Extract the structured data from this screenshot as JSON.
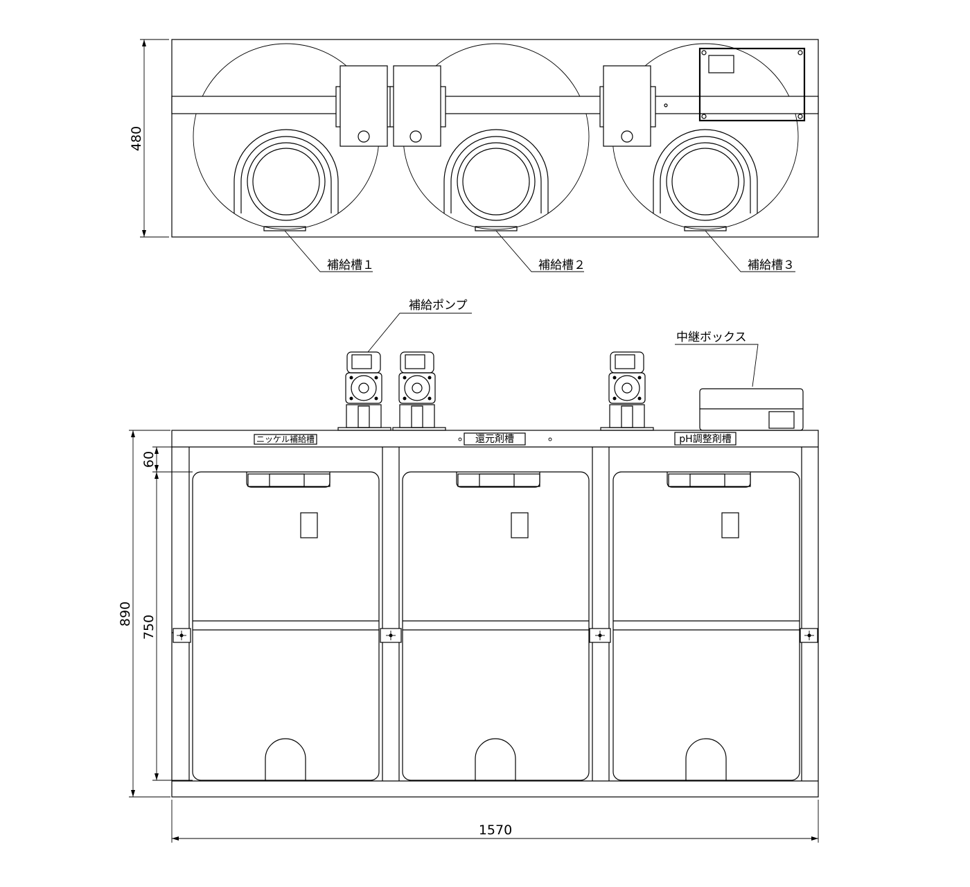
{
  "dimensions": {
    "plan_depth": "480",
    "total_height": "890",
    "tank_height": "750",
    "top_frame": "60",
    "total_width": "1570"
  },
  "plan_labels": {
    "tank1": "補給槽１",
    "tank2": "補給槽２",
    "tank3": "補給槽３"
  },
  "elevation_labels": {
    "pump": "補給ポンプ",
    "relay_box": "中継ボックス"
  },
  "tank_tags": {
    "tag1": "ニッケル補給槽",
    "tag2": "還元剤槽",
    "tag3": "pH調整剤槽"
  }
}
